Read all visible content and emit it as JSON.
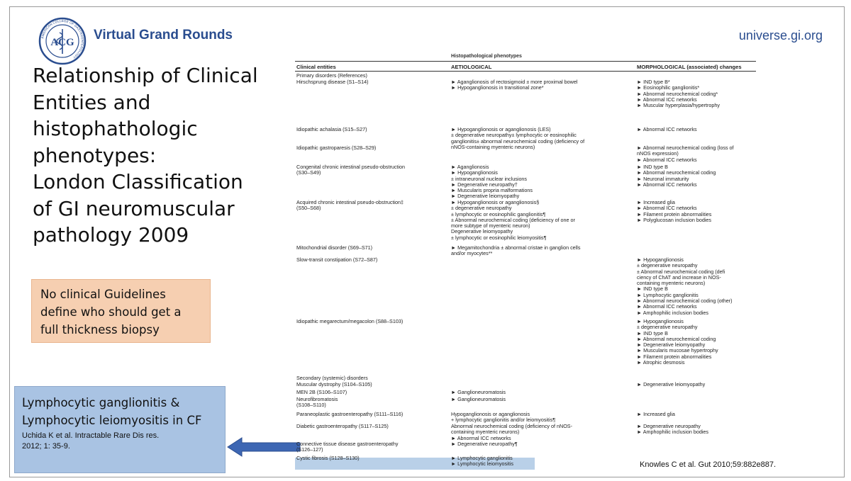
{
  "header": {
    "logo_text": "ACG",
    "logo_ring_text": "AMERICAN COLLEGE OF GASTROENTEROLOGY",
    "title": "Virtual Grand Rounds",
    "url": "universe.gi.org"
  },
  "slide_title": [
    "Relationship of Clinical",
    "Entities and",
    "histophathologic",
    "phenotypes:",
    "London Classification",
    "of GI neuromuscular",
    "pathology 2009"
  ],
  "note_box": [
    "No clinical Guidelines",
    "define who should get a",
    "full thickness biopsy"
  ],
  "cf_box": {
    "title": [
      "Lymphocytic ganglionitis &",
      "Lymphocytic leiomyositis in CF"
    ],
    "ref": [
      "Uchida K et al. Intractable Rare Dis res.",
      "2012; 1: 35-9."
    ]
  },
  "citation": "Knowles C et al. Gut 2010;59:882e887.",
  "table": {
    "top_header": "Histopathological phenotypes",
    "headers": [
      "Clinical entities",
      "AETIOLOGICAL",
      "MORPHOLOGICAL (associated) changes"
    ],
    "rows": [
      {
        "c1": [
          "Primary disorders (References)"
        ],
        "c2": [],
        "c3": []
      },
      {
        "c1": [
          "Hirschsprung disease (S1–S14)"
        ],
        "c2": [
          "► Aganglionosis of rectosigmoid ± more proximal bowel",
          "► Hypoganglionosis in transitional zone*"
        ],
        "c3": [
          "► IND type B*",
          "► Eosinophilic ganglionitis*",
          "► Abnormal neurochemical coding*",
          "► Abnormal ICC networks",
          "► Muscular hyperplasia/hypertrophy"
        ]
      },
      {
        "c1": [
          "Idiopathic achalasia (S15–S27)"
        ],
        "c2": [
          "► Hypoganglionosis or aganglionosis (LES)",
          "    ± degenerative neuropathy± lymphocytic or eosinophilic",
          "    ganglionitis± abnormal neurochemical coding (deficiency of",
          "    nNOS-containing myenteric neurons)"
        ],
        "c3": [
          "► Abnormal ICC networks"
        ]
      },
      {
        "c1": [
          "Idiopathic gastroparesis (S28–S29)"
        ],
        "c2": [],
        "c3": [
          "► Abnormal neurochemical coding (loss of",
          "    nNOS expression)",
          "► Abnormal ICC networks"
        ]
      },
      {
        "c1": [
          "Congenital chronic intestinal pseudo-obstruction",
          "(S30–S49)"
        ],
        "c2": [
          "► Aganglionosis",
          "► Hypoganglionosis",
          "    ± intraneuronal nuclear inclusions",
          "► Degenerative neuropathy†",
          "► Muscularis propria malformations",
          "► Degenerative leiomyopathy"
        ],
        "c3": [
          "► IND type B",
          "► Abnormal neurochemical coding",
          "► Neuronal immaturity",
          "► Abnormal ICC networks"
        ]
      },
      {
        "c1": [
          "Acquired chronic intestinal pseudo-obstruction‡",
          "(S50–S68)"
        ],
        "c2": [
          "► Hypoganglionosis or aganglionosis§",
          "    ± degenerative neuropathy",
          "    ± lymphocytic or eosinophilic ganglionitis¶",
          "    ± Abnormal neurochemical coding (deficiency of one or",
          "    more subtype of myenteric neuron)",
          "    Degenerative leiomyopathy",
          "    ± lymphocytic or eosinophilic leiomyositis¶"
        ],
        "c3": [
          "► Increased glia",
          "► Abnormal ICC networks",
          "► Filament protein abnormalities",
          "► Polyglucosan inclusion bodies"
        ]
      },
      {
        "c1": [
          "Mitochondrial disorder (S69–S71)"
        ],
        "c2": [
          "► Megamitochondria ± abnormal cristae in ganglion cells",
          "    and/or myocytes**"
        ],
        "c3": []
      },
      {
        "c1": [
          "Slow-transit constipation (S72–S87)"
        ],
        "c2": [],
        "c3": [
          "► Hypoganglionosis",
          "    ± degenerative neuropathy",
          "    ± Abnormal neurochemical coding (defi",
          "    ciency of ChAT and increase in NOS-",
          "    containing myenteric neurons)",
          "► IND type B",
          "► Lymphocytic ganglionitis",
          "► Abnormal neurochemical coding (other)",
          "► Abnormal ICC networks",
          "► Amphophilic inclusion bodies"
        ]
      },
      {
        "c1": [
          "Idiopathic megarectum/megacolon (S88–S103)"
        ],
        "c2": [],
        "c3": [
          "► Hypoganglionosis",
          "    ± degenerative neuropathy",
          "► IND type B",
          "► Abnormal neurochemical coding",
          "► Degenerative leiomyopathy",
          "► Muscularis mucosae hypertrophy",
          "► Filament protein abnormalities",
          "► Atrophic desmosis"
        ]
      },
      {
        "c1": [
          "Secondary (systemic) disorders"
        ],
        "c2": [],
        "c3": []
      },
      {
        "c1": [
          "Muscular dystrophy (S104–S105)"
        ],
        "c2": [],
        "c3": [
          "► Degenerative leiomyopathy"
        ]
      },
      {
        "c1": [
          "MEN 2B (S106–S107)"
        ],
        "c2": [
          "► Ganglioneuromatosis"
        ],
        "c3": []
      },
      {
        "c1": [
          "Neurofibromatosis",
          "(S108–S110)"
        ],
        "c2": [
          "► Ganglioneuromatosis"
        ],
        "c3": []
      },
      {
        "c1": [
          "Paraneoplastic gastroenteropathy (S111–S116)"
        ],
        "c2": [
          "Hypoganglionosis or aganglionosis",
          "    + lymphocytic ganglionitis and/or leiomyositis¶"
        ],
        "c3": [
          "► Increased glia"
        ]
      },
      {
        "c1": [
          "Diabetic gastroenteropathy (S117–S125)"
        ],
        "c2": [
          "Abnormal neurochemical coding (deficiency of nNOS-",
          "containing myenteric neurons)",
          "► Abnormal ICC networks"
        ],
        "c3": [
          "► Degenerative neuropathy",
          "► Amphophilic inclusion bodies"
        ]
      },
      {
        "c1": [
          "Connective tissue disease gastroenteropathy",
          "(S126–127)"
        ],
        "c2": [
          "► Degenerative neuropathy¶"
        ],
        "c3": []
      },
      {
        "c1": [
          "Cystic fibrosis (S128–S130)"
        ],
        "c2": [
          "► Lymphocytic ganglionitis",
          "► Lymphocytic leiomyositis"
        ],
        "c3": []
      }
    ]
  },
  "colors": {
    "brand": "#2a4d8f",
    "note_box_bg": "#f6cfb1",
    "cf_box_bg": "#a9c3e3",
    "arrow": "#3d66b3"
  }
}
